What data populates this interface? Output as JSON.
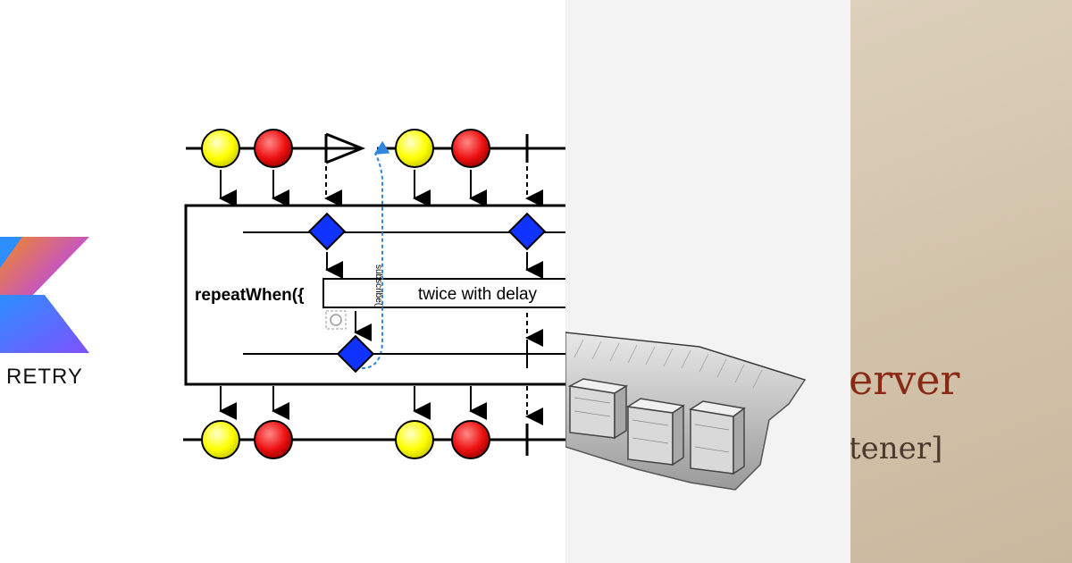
{
  "logo": {
    "label": "RETRY",
    "colors": {
      "orange": "#F08A24",
      "purple": "#7F52FF",
      "blue": "#2D8EFF"
    }
  },
  "diagram": {
    "operator_label": "repeatWhen({",
    "handler_label": "twice with delay",
    "subscribe_label": "subscribe()",
    "colors": {
      "yellow": "#FFFF00",
      "red": "#EE1111",
      "diamond": "#1133FF",
      "dotted_arrow": "#2E86DE"
    }
  },
  "sketch": {
    "description_icon": "lego-brick-sketch"
  },
  "paper": {
    "title": "erver",
    "subtitle": "tener]"
  }
}
